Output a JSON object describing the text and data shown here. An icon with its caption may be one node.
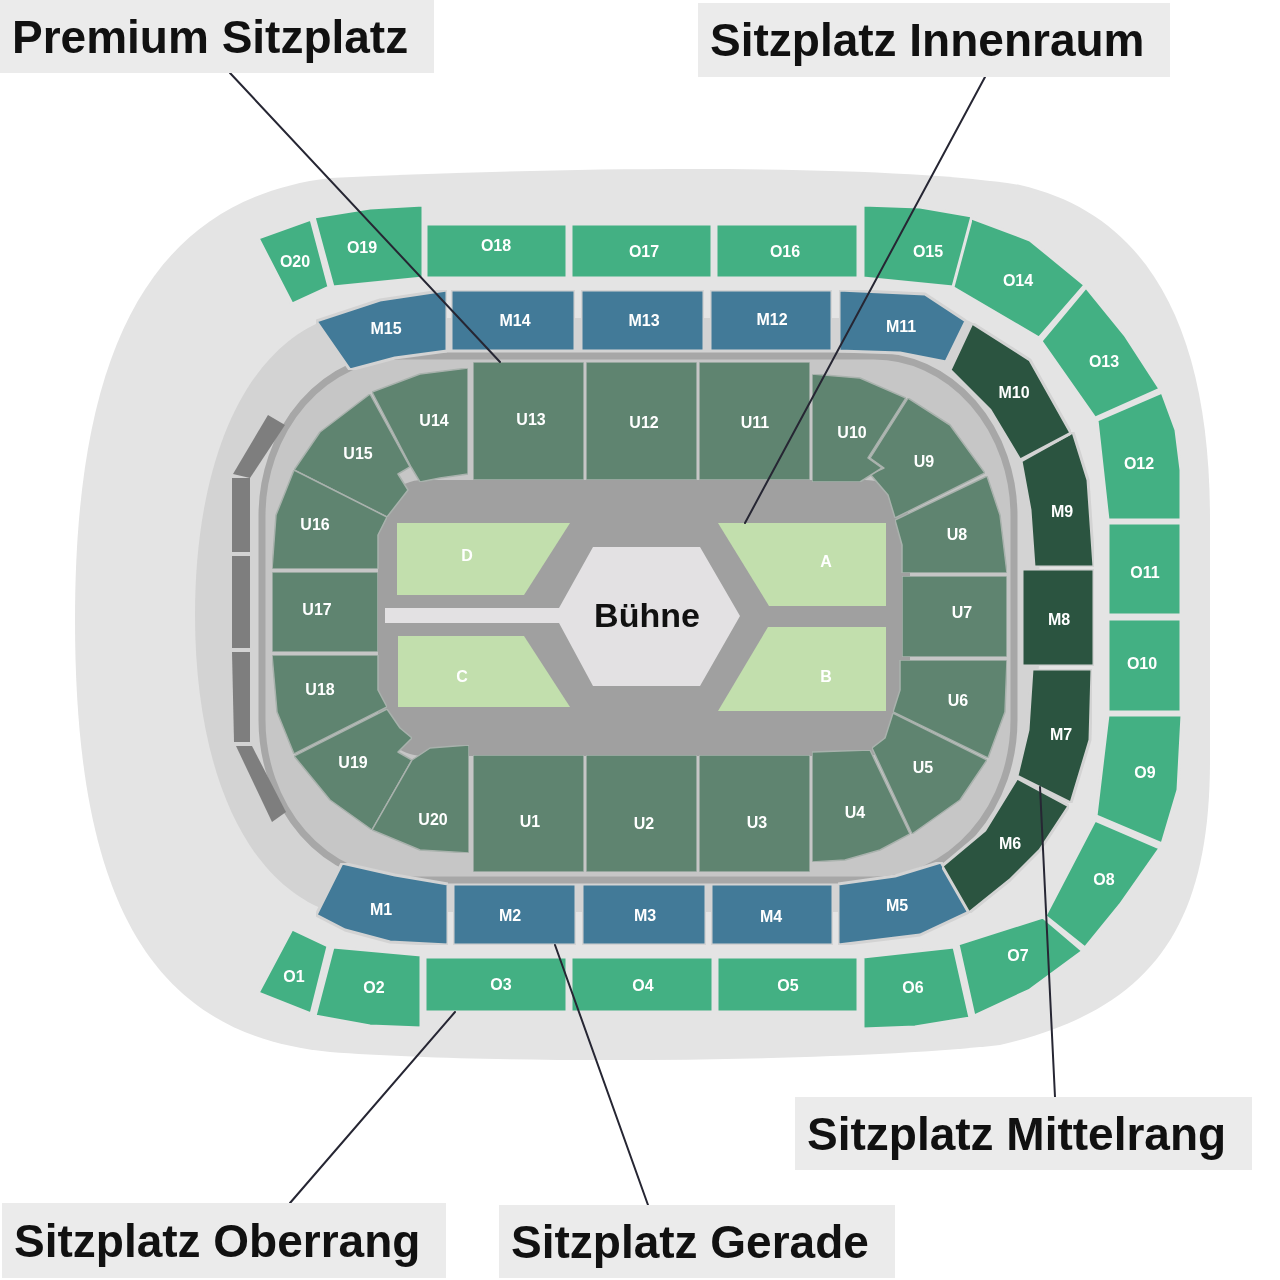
{
  "diagram": {
    "nodes": [
      {
        "text": [
          "Premium Sitzplatz"
        ]
      },
      {
        "text": [
          "Sitzplatz Innenraum"
        ]
      },
      {
        "text": [
          "O1"
        ]
      },
      {
        "text": [
          "O2"
        ]
      },
      {
        "text": [
          "O3"
        ]
      },
      {
        "text": [
          "O4"
        ]
      },
      {
        "text": [
          "O5"
        ]
      },
      {
        "text": [
          "O6"
        ]
      },
      {
        "text": [
          "O7"
        ]
      },
      {
        "text": [
          "O8"
        ]
      },
      {
        "text": [
          "O9"
        ]
      },
      {
        "text": [
          "O10"
        ]
      },
      {
        "text": [
          "O11"
        ]
      },
      {
        "text": [
          "O12"
        ]
      },
      {
        "text": [
          "O13"
        ]
      },
      {
        "text": [
          "O14"
        ]
      },
      {
        "text": [
          "O15"
        ]
      },
      {
        "text": [
          "O16"
        ]
      },
      {
        "text": [
          "O17"
        ]
      },
      {
        "text": [
          "O18"
        ]
      },
      {
        "text": [
          "O19"
        ]
      },
      {
        "text": [
          "O20"
        ]
      },
      {
        "text": [
          "M1"
        ]
      },
      {
        "text": [
          "M2"
        ]
      },
      {
        "text": [
          "M3"
        ]
      },
      {
        "text": [
          "M4"
        ]
      },
      {
        "text": [
          "M5"
        ]
      },
      {
        "text": [
          "M6"
        ]
      },
      {
        "text": [
          "M7"
        ]
      },
      {
        "text": [
          "M8"
        ]
      },
      {
        "text": [
          "M9"
        ]
      },
      {
        "text": [
          "M10"
        ]
      },
      {
        "text": [
          "M11"
        ]
      },
      {
        "text": [
          "M12"
        ]
      },
      {
        "text": [
          "M13"
        ]
      },
      {
        "text": [
          "M14"
        ]
      },
      {
        "text": [
          "M15"
        ]
      },
      {
        "text": [
          "U1"
        ]
      },
      {
        "text": [
          "U2"
        ]
      },
      {
        "text": [
          "U3"
        ]
      },
      {
        "text": [
          "U4"
        ]
      },
      {
        "text": [
          "U5"
        ]
      },
      {
        "text": [
          "U6"
        ]
      },
      {
        "text": [
          "U7"
        ]
      },
      {
        "text": [
          "U8"
        ]
      },
      {
        "text": [
          "U9"
        ]
      },
      {
        "text": [
          "U10"
        ]
      },
      {
        "text": [
          "U11"
        ]
      },
      {
        "text": [
          "U12"
        ]
      },
      {
        "text": [
          "U13"
        ]
      },
      {
        "text": [
          "U14"
        ]
      },
      {
        "text": [
          "U15"
        ]
      },
      {
        "text": [
          "U16"
        ]
      },
      {
        "text": [
          "U17"
        ]
      },
      {
        "text": [
          "U18"
        ]
      },
      {
        "text": [
          "U19"
        ]
      },
      {
        "text": [
          "U20"
        ]
      },
      {
        "text": [
          "A"
        ]
      },
      {
        "text": [
          "B"
        ]
      },
      {
        "text": [
          "C"
        ]
      },
      {
        "text": [
          "D"
        ]
      },
      {
        "text": [
          "Bühne"
        ]
      },
      {
        "text": [
          "Sitzplatz Mittelrang"
        ]
      },
      {
        "text": [
          "Sitzplatz Oberrang"
        ]
      },
      {
        "text": [
          "Sitzplatz Gerade"
        ]
      }
    ],
    "edges": [
      {
        "from": 0,
        "to": 49,
        "arrow": "none"
      },
      {
        "from": 1,
        "to": 57,
        "arrow": "none"
      },
      {
        "from": 62,
        "to": 28,
        "arrow": "none"
      },
      {
        "from": 63,
        "to": 4,
        "arrow": "none"
      },
      {
        "from": 64,
        "to": 23,
        "arrow": "none"
      }
    ]
  }
}
